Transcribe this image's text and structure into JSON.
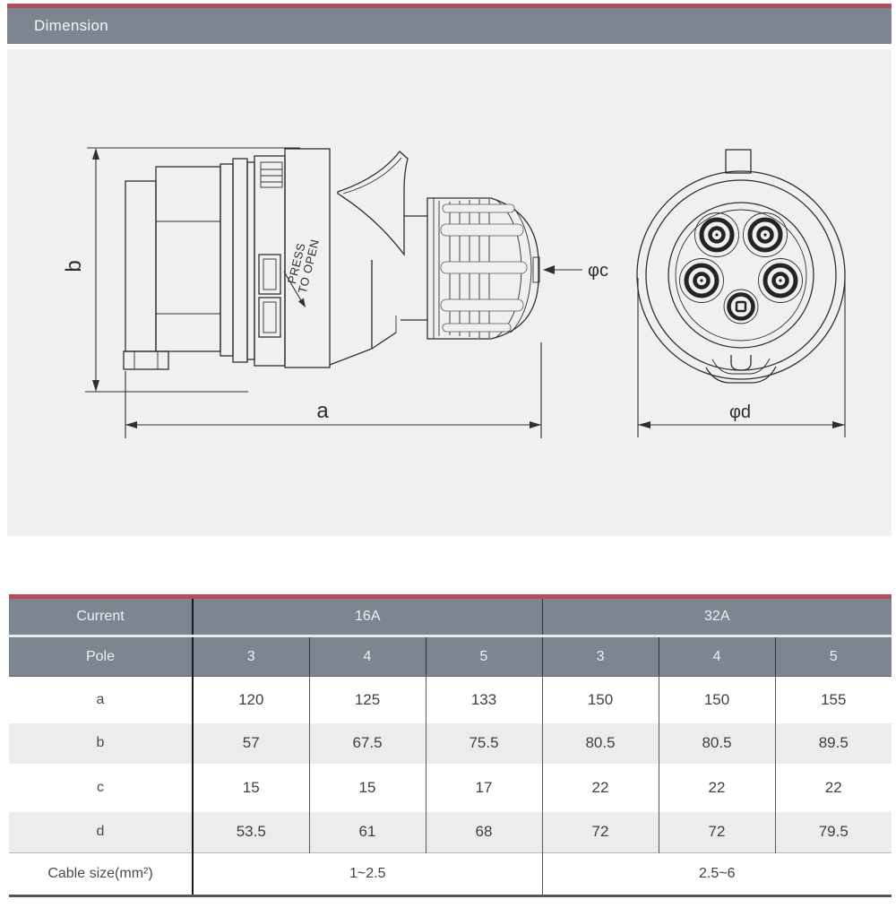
{
  "title_bar": {
    "label": "Dimension"
  },
  "drawing": {
    "side_view": {
      "dim_height_label": "b",
      "dim_width_label": "a",
      "dim_cable_label": "φc",
      "press_to_open_line1": "PRESS",
      "press_to_open_line2": "TO OPEN"
    },
    "front_view": {
      "dim_diameter_label": "φd"
    }
  },
  "table": {
    "current_header": {
      "label": "Current",
      "groups": [
        "16A",
        "32A"
      ]
    },
    "pole_header": {
      "label": "Pole",
      "values": [
        "3",
        "4",
        "5",
        "3",
        "4",
        "5"
      ]
    },
    "dimension_rows": [
      {
        "label": "a",
        "values": [
          "120",
          "125",
          "133",
          "150",
          "150",
          "155"
        ]
      },
      {
        "label": "b",
        "values": [
          "57",
          "67.5",
          "75.5",
          "80.5",
          "80.5",
          "89.5"
        ]
      },
      {
        "label": "c",
        "values": [
          "15",
          "15",
          "17",
          "22",
          "22",
          "22"
        ]
      },
      {
        "label": "d",
        "values": [
          "53.5",
          "61",
          "68",
          "72",
          "72",
          "79.5"
        ]
      }
    ],
    "cable_size_row": {
      "label": "Cable size(mm²)",
      "values": [
        "1~2.5",
        "2.5~6"
      ]
    }
  },
  "colors": {
    "accent_red": "#b14e5c",
    "header_gray": "#7d8690",
    "panel_gray": "#f0f0ee",
    "alt_row_gray": "#ececec",
    "line_dark": "#2f2f2f"
  }
}
